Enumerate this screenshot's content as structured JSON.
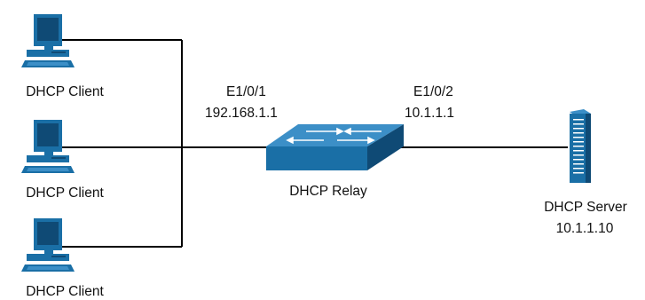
{
  "clients": [
    {
      "label": "DHCP Client"
    },
    {
      "label": "DHCP Client"
    },
    {
      "label": "DHCP Client"
    }
  ],
  "relay": {
    "label": "DHCP Relay",
    "left_port": {
      "name": "E1/0/1",
      "ip": "192.168.1.1"
    },
    "right_port": {
      "name": "E1/0/2",
      "ip": "10.1.1.1"
    }
  },
  "server": {
    "label": "DHCP Server",
    "ip": "10.1.1.10"
  },
  "icons": {
    "client": "desktop-computer-icon",
    "relay": "network-switch-icon",
    "server": "tower-server-icon"
  },
  "colors": {
    "device_blue": "#1a6fa6",
    "device_dark": "#0f4a75",
    "device_light": "#3c8fc7",
    "line": "#000000"
  }
}
